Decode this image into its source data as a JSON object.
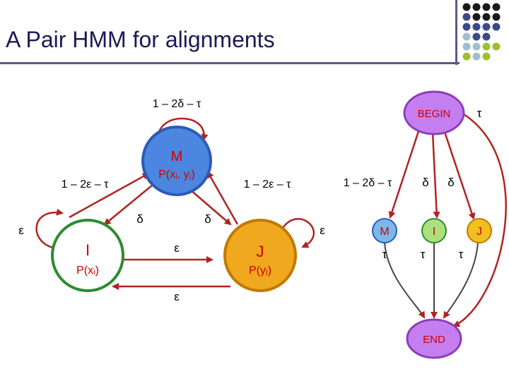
{
  "slide": {
    "title": "A Pair HMM for alignments"
  },
  "colors": {
    "title": "#1a1a55",
    "arrow": "#b22222",
    "state_label": "#cc0000",
    "M_fill": "#4d86e0",
    "M_stroke": "#2a5bb8",
    "I_fill": "#ffffff",
    "I_stroke": "#2e8b2e",
    "J_fill": "#f0a81e",
    "J_stroke": "#c07a00",
    "begin_fill": "#c57ef0",
    "begin_stroke": "#8a3fb8",
    "small_M_fill": "#7db7e8",
    "small_I_fill": "#ace07d",
    "small_J_fill": "#f0c020",
    "dots": [
      "#1a1a1a",
      "#3a4a8a",
      "#9fbfd0",
      "#9ec030"
    ]
  },
  "left_model": {
    "M": {
      "name": "M",
      "emission": "P(xᵢ, yⱼ)"
    },
    "I": {
      "name": "I",
      "emission": "P(xᵢ)"
    },
    "J": {
      "name": "J",
      "emission": "P(yⱼ)"
    },
    "labels": {
      "M_self": "1 – 2δ – τ",
      "I_to_M": "1 – 2ε – τ",
      "J_to_M": "1 – 2ε – τ",
      "M_to_I": "δ",
      "M_to_J": "δ",
      "I_self": "ε",
      "J_self": "ε",
      "I_to_J": "ε",
      "J_to_I": "ε"
    }
  },
  "right_model": {
    "begin": "BEGIN",
    "end": "END",
    "M": "M",
    "I": "I",
    "J": "J",
    "labels": {
      "begin_to_M": "1 – 2δ – τ",
      "begin_to_I": "δ",
      "begin_to_J": "δ",
      "begin_to_end": "τ",
      "M_to_end": "τ",
      "I_to_end": "τ",
      "J_to_end": "τ"
    }
  }
}
